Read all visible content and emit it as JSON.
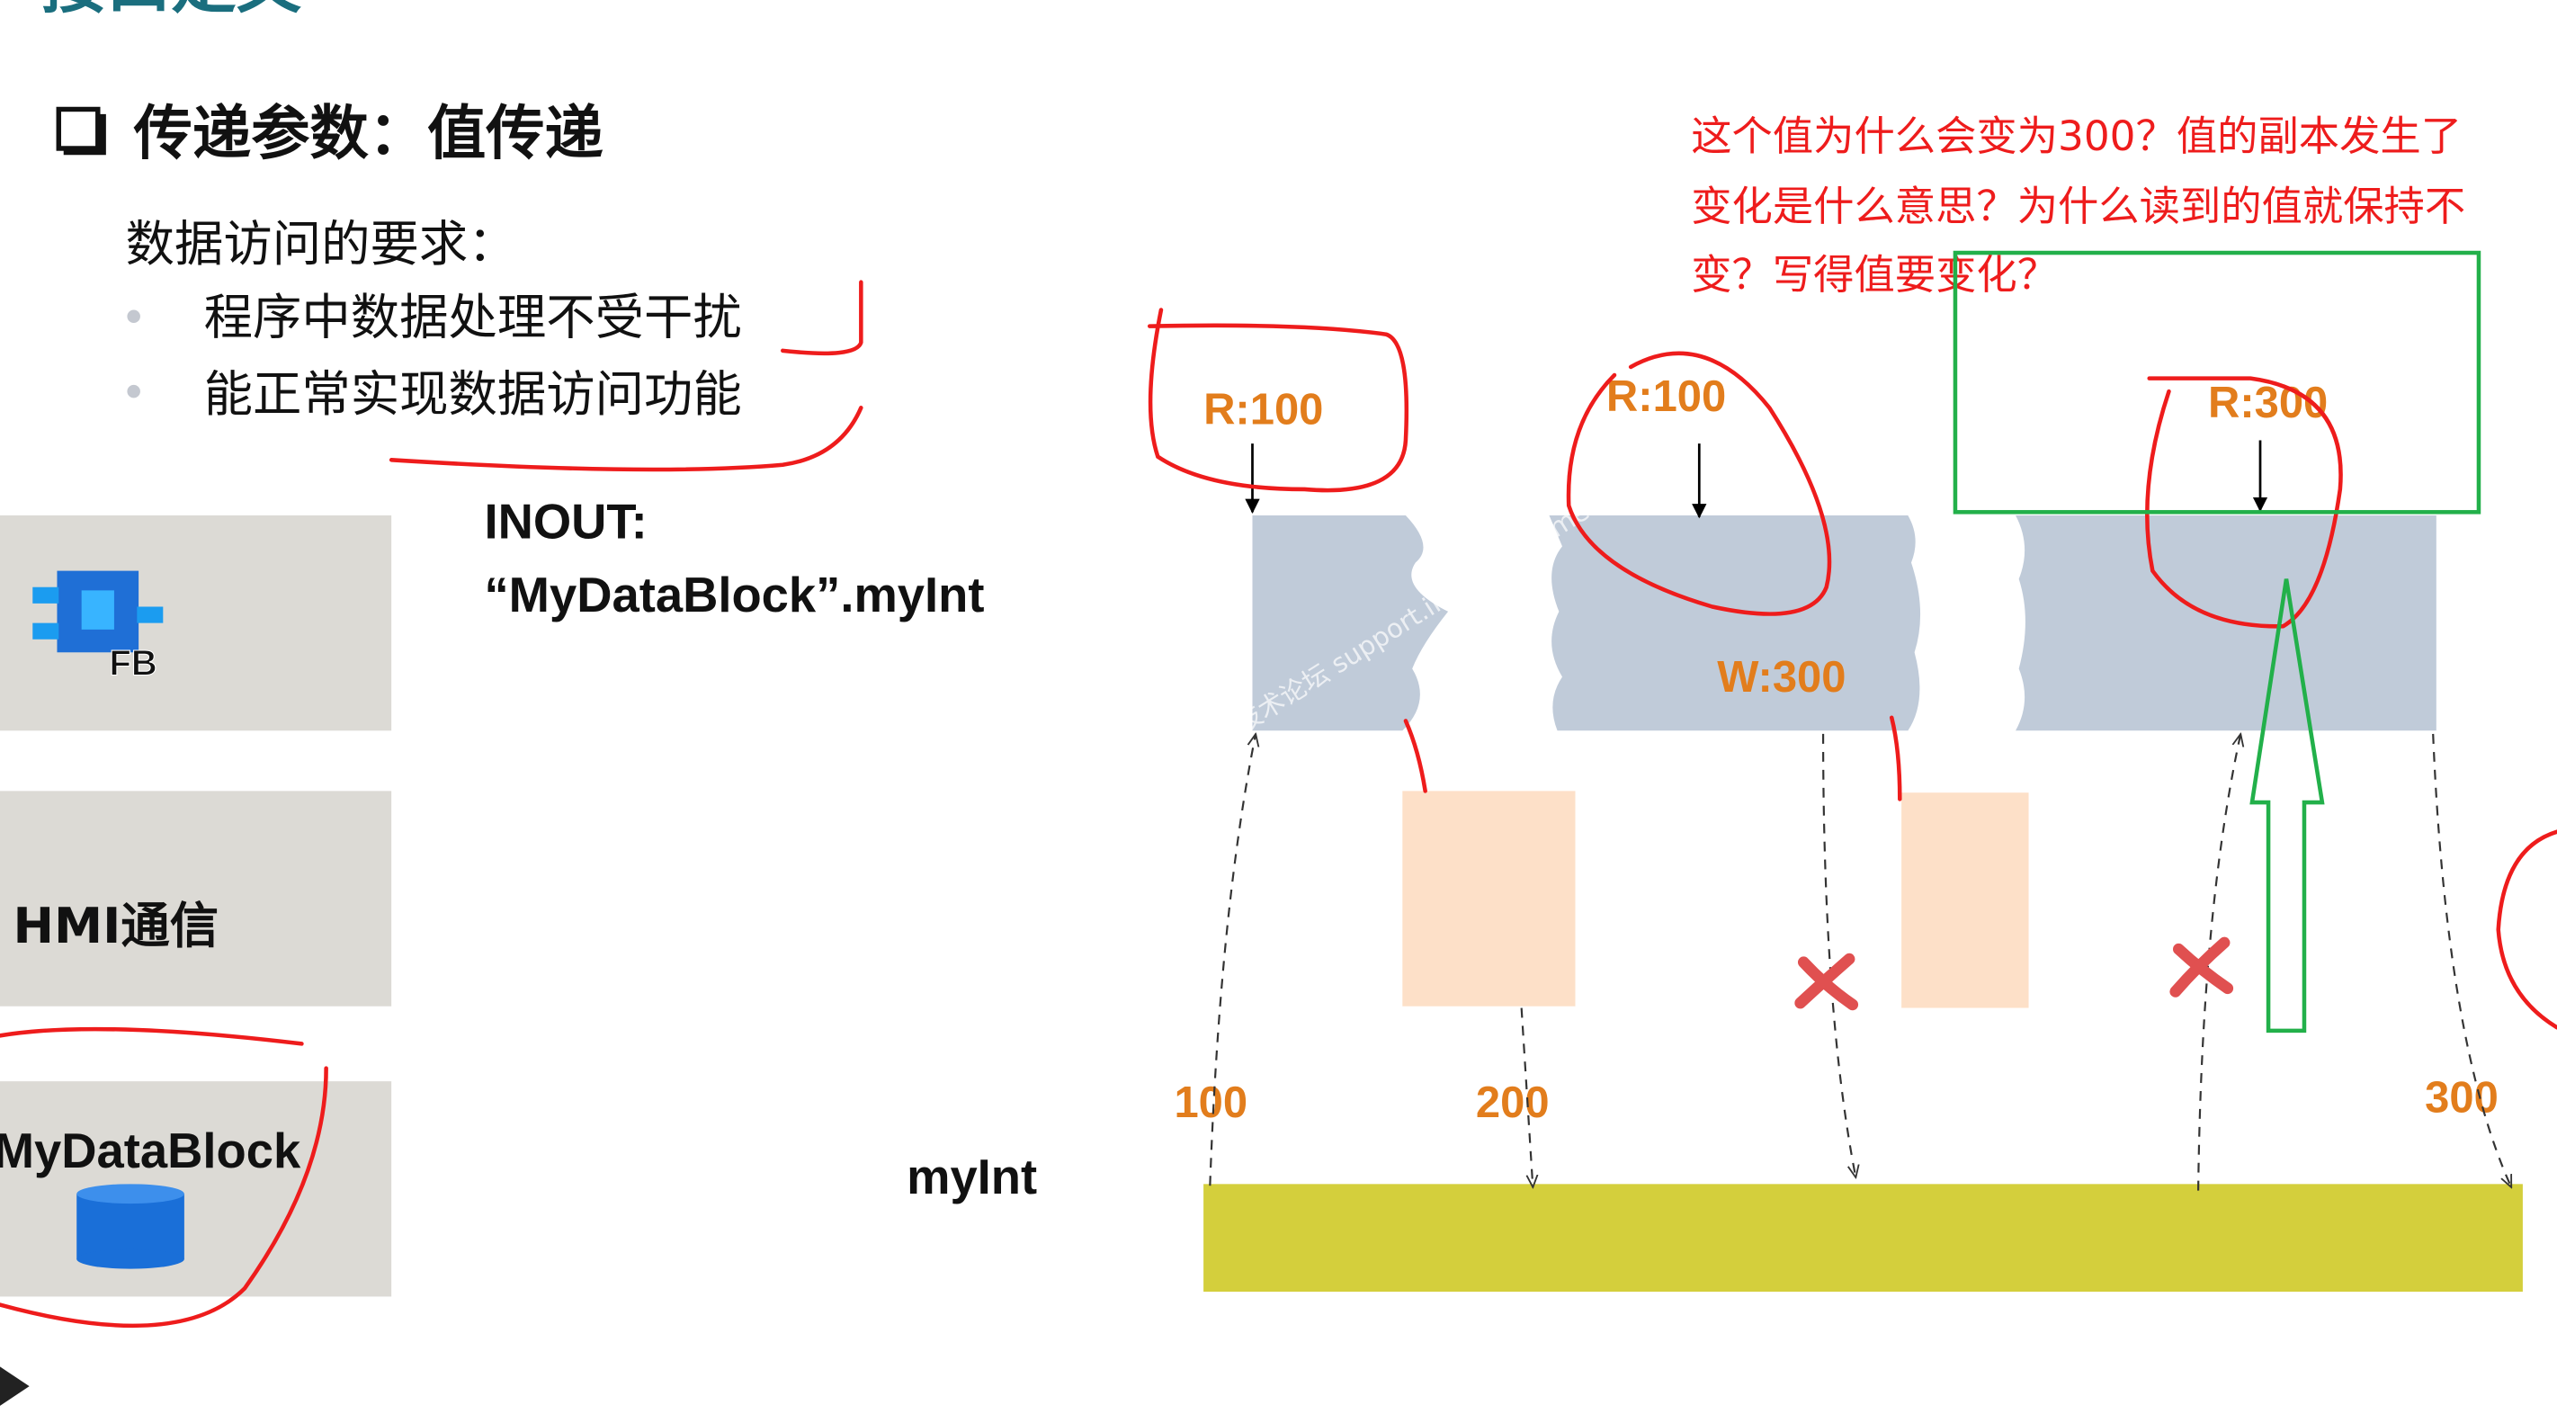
{
  "slide": {
    "partial_title": "接口定义",
    "heading": "传递参数：值传递",
    "requirements_title": "数据访问的要求：",
    "bullets": [
      "程序中数据处理不受干扰",
      "能正常实现数据访问功能"
    ],
    "inout_label": "INOUT:",
    "inout_param": "“MyDataBlock”.myInt",
    "variable_label": "myInt"
  },
  "left_panels": {
    "fb": {
      "icon": "fb-block-icon",
      "icon_text": "FB"
    },
    "hmi": {
      "label": "HMI通信"
    },
    "datablock": {
      "label": "MyDataBlock",
      "icon": "database-icon"
    }
  },
  "diagram": {
    "read_labels": [
      "R:100",
      "R:100",
      "R:300"
    ],
    "write_label": "W:300",
    "memory_values": [
      "100",
      "200",
      "300"
    ],
    "watermark": "西门子工业 技术论坛 support.industry.siemens.com/cs"
  },
  "annotation": {
    "question_lines": [
      "这个值为什么会变为300？值的副本发生了",
      "变化是什么意思？为什么读到的值就保持不",
      "变？写得值要变化？"
    ]
  },
  "colors": {
    "title_teal": "#1a6e7e",
    "label_orange": "#e27d1c",
    "block_gray_blue": "#c0cbd9",
    "peach": "#fde0c8",
    "memory_yellow": "#d4cf3c",
    "panel_gray": "#dcdad5",
    "annotation_red": "#ee1c1c",
    "annotation_green": "#22b04a"
  }
}
